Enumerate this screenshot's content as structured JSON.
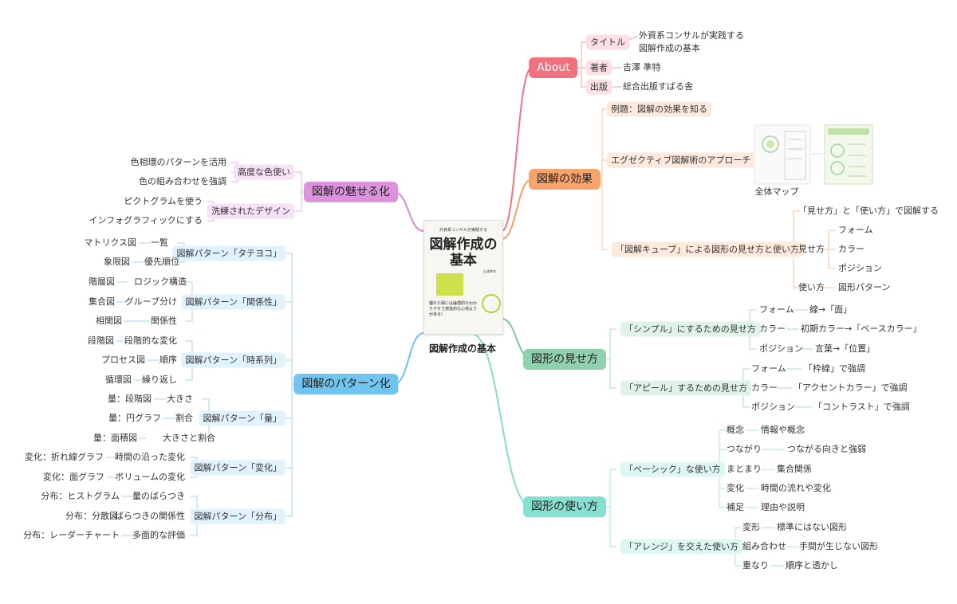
{
  "center": {
    "subtitle": "外資系コンサルが実践する",
    "title": "図解作成の基本",
    "author": "吉澤準特",
    "tagline": "優れた図には論理的なわかりやすさ感覚的な心地よさがある!",
    "caption": "図解作成の基本"
  },
  "colors": {
    "about": "#f0727e",
    "effect": "#f4a064",
    "appearance": "#7cc7a1",
    "usage": "#83dccd",
    "attractive": "#d98ad9",
    "pattern": "#6ec3ee"
  },
  "about": {
    "label": "About",
    "items": [
      {
        "key": "タイトル",
        "value_line1": "外資系コンサルが実践する",
        "value_line2": "図解作成の基本"
      },
      {
        "key": "著者",
        "value": "吉澤 準特"
      },
      {
        "key": "出版",
        "value": "総合出版すばる舎"
      }
    ]
  },
  "effect": {
    "label": "図解の効果",
    "example": "例題：図解の効果を知る",
    "executive": "エグゼクティブ図解術のアプローチ",
    "map_caption": "全体マップ",
    "cube": "「図解キューブ」による図形の見せ方と使い方",
    "cube_items": {
      "intro": "「見せ方」と「使い方」で図解する",
      "show": "見せ方",
      "show_items": [
        "フォーム",
        "カラー",
        "ポジション"
      ],
      "use": "使い方",
      "use_item": "図形パターン"
    }
  },
  "appearance": {
    "label": "図形の見せ方",
    "groups": [
      {
        "label": "「シンプル」にするための見せ方",
        "items": [
          {
            "k": "フォーム",
            "v": "線→「面」"
          },
          {
            "k": "カラー",
            "v": "初期カラー→「ベースカラー」"
          },
          {
            "k": "ポジション",
            "v": "言葉→「位置」"
          }
        ]
      },
      {
        "label": "「アピール」するための見せ方",
        "items": [
          {
            "k": "フォーム",
            "v": "「枠線」で強調"
          },
          {
            "k": "カラー",
            "v": "「アクセントカラー」で強調"
          },
          {
            "k": "ポジション",
            "v": "「コントラスト」で強調"
          }
        ]
      }
    ]
  },
  "usage": {
    "label": "図形の使い方",
    "groups": [
      {
        "label": "「ベーシック」な使い方",
        "items": [
          {
            "k": "概念",
            "v": "情報や概念"
          },
          {
            "k": "つながり",
            "v": "つながる向きと強弱"
          },
          {
            "k": "まとまり",
            "v": "集合関係"
          },
          {
            "k": "変化",
            "v": "時間の流れや変化"
          },
          {
            "k": "補足",
            "v": "理由や説明"
          }
        ]
      },
      {
        "label": "「アレンジ」を交えた使い方",
        "items": [
          {
            "k": "変形",
            "v": "標準にはない図形"
          },
          {
            "k": "組み合わせ",
            "v": "手間が生じない図形"
          },
          {
            "k": "重なり",
            "v": "順序と透かし"
          }
        ]
      }
    ]
  },
  "attractive": {
    "label": "図解の魅せる化",
    "groups": [
      {
        "label": "高度な色使い",
        "items": [
          "色相環のパターンを活用",
          "色の組み合わせを強調"
        ]
      },
      {
        "label": "洗練されたデザイン",
        "items": [
          "ピクトグラムを使う",
          "インフォグラフィックにする"
        ]
      }
    ]
  },
  "pattern": {
    "label": "図解のパターン化",
    "groups": [
      {
        "label": "図解パターン「タテヨコ」",
        "items": [
          {
            "k": "マトリクス図",
            "v": "一覧"
          },
          {
            "k": "象限図",
            "v": "優先順位"
          }
        ]
      },
      {
        "label": "図解パターン「関係性」",
        "items": [
          {
            "k": "階層図",
            "v": "ロジック構造"
          },
          {
            "k": "集合図",
            "v": "グループ分け"
          },
          {
            "k": "相関図",
            "v": "関係性"
          }
        ]
      },
      {
        "label": "図解パターン「時系列」",
        "items": [
          {
            "k": "段階図",
            "v": "段階的な変化"
          },
          {
            "k": "プロセス図",
            "v": "順序"
          },
          {
            "k": "循環図",
            "v": "繰り返し"
          }
        ]
      },
      {
        "label": "図解パターン「量」",
        "items": [
          {
            "k": "量：段階図",
            "v": "大きさ"
          },
          {
            "k": "量：円グラフ",
            "v": "割合"
          },
          {
            "k": "量：面積図",
            "v": "大きさと割合"
          }
        ]
      },
      {
        "label": "図解パターン「変化」",
        "items": [
          {
            "k": "変化：折れ線グラフ",
            "v": "時間の沿った変化"
          },
          {
            "k": "変化：面グラフ",
            "v": "ボリュームの変化"
          }
        ]
      },
      {
        "label": "図解パターン「分布」",
        "items": [
          {
            "k": "分布：ヒストグラム",
            "v": "量のばらつき"
          },
          {
            "k": "分布：分散図",
            "v": "ばらつきの関係性"
          },
          {
            "k": "分布：レーダーチャート",
            "v": "多面的な評価"
          }
        ]
      }
    ]
  }
}
